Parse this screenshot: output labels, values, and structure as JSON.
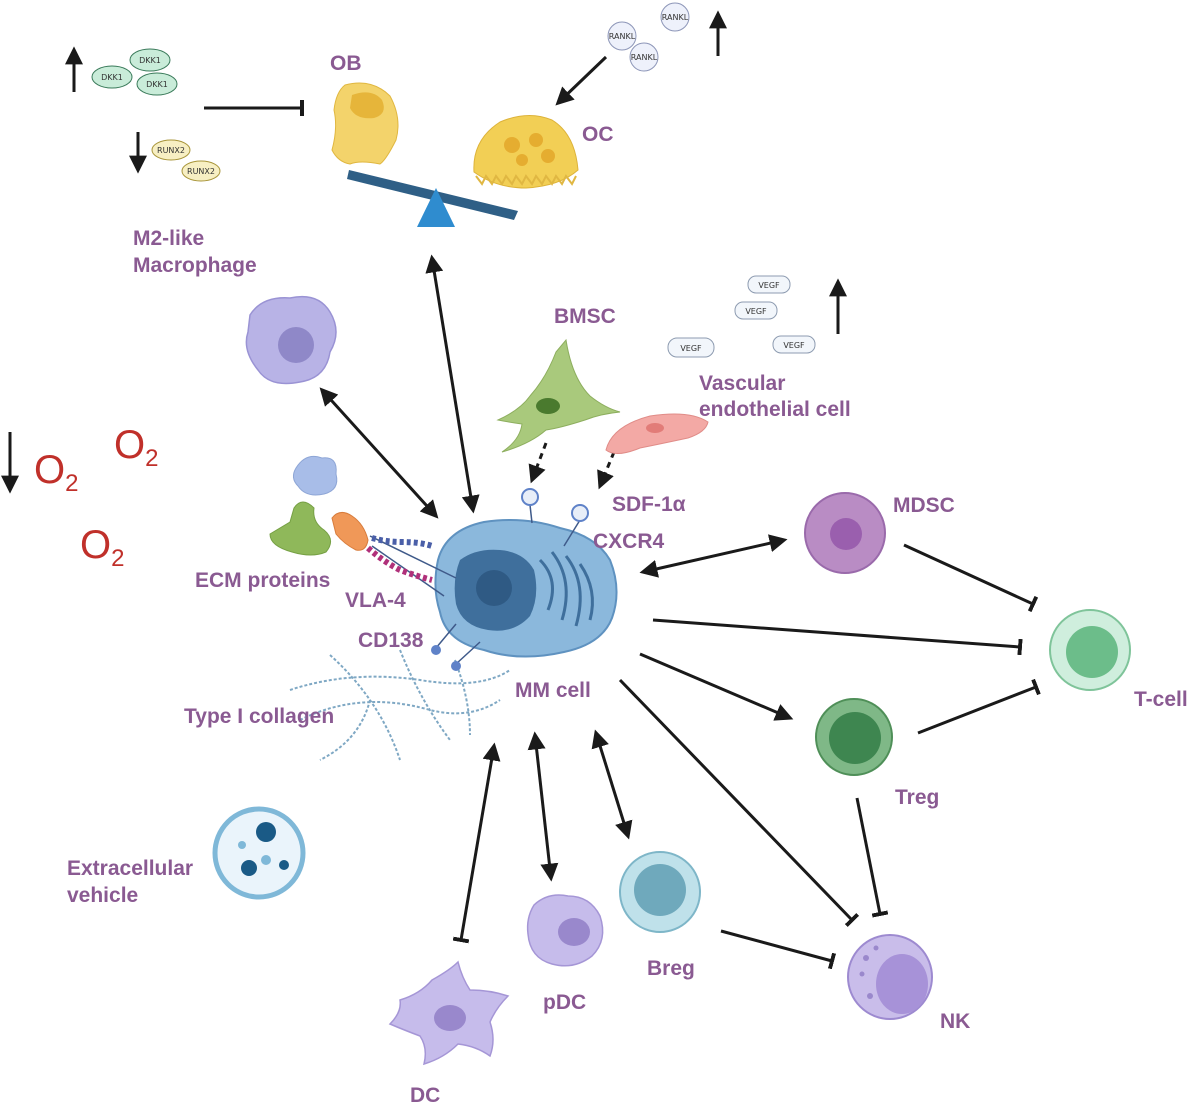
{
  "labels": {
    "ob": "OB",
    "oc": "OC",
    "m2_macrophage_line1": "M2-like",
    "m2_macrophage_line2": "Macrophage",
    "bmsc": "BMSC",
    "vascular_line1": "Vascular",
    "vascular_line2": "endothelial cell",
    "sdf1a": "SDF-1α",
    "cxcr4": "CXCR4",
    "ecm_proteins": "ECM proteins",
    "vla4": "VLA-4",
    "cd138": "CD138",
    "type1_collagen": "Type I collagen",
    "mm_cell": "MM cell",
    "mdsc": "MDSC",
    "t_cell": "T-cell",
    "treg": "Treg",
    "breg": "Breg",
    "nk": "NK",
    "pdc": "pDC",
    "dc": "DC",
    "ev_line1": "Extracellular",
    "ev_line2": "vehicle",
    "o2": "O",
    "o2_sub": "2"
  },
  "molecules": {
    "dkk1": "DKK1",
    "runx2": "RUNX2",
    "rankl": "RANKL",
    "vegf": "VEGF"
  },
  "colors": {
    "label": "#8a5a92",
    "oxygen": "#c0302a",
    "arrow": "#1a1a1a",
    "mm_cell": "#8bb8dc",
    "ob": "#f3d36b",
    "oc": "#f2cf55",
    "macrophage": "#b8b3e6",
    "bmsc": "#a9c97c",
    "endothelial": "#f3a9a5",
    "mdsc": "#b98cc4",
    "t_cell": "#a9dcb8",
    "treg": "#5f9c69",
    "breg": "#8fc6d4",
    "nk": "#b7a6e0",
    "pdc": "#b8acdf",
    "dc": "#b8acdf",
    "seesaw": "#2f5f86",
    "fulcrum": "#2f8ccf"
  }
}
